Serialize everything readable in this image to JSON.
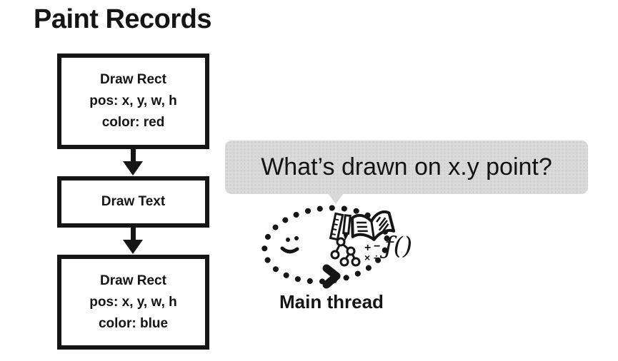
{
  "title": "Paint Records",
  "flowchart": {
    "boxes": [
      {
        "lines": [
          "Draw Rect",
          "pos: x, y, w, h",
          "color: red"
        ]
      },
      {
        "lines": [
          "Draw Text"
        ]
      },
      {
        "lines": [
          "Draw Rect",
          "pos: x, y, w, h",
          "color: blue"
        ]
      }
    ]
  },
  "speech_bubble": {
    "text": "What’s drawn on x.y point?",
    "background": "#d9d9d9"
  },
  "doodle": {
    "label": "Main thread",
    "icons": [
      "dotted-loop-icon",
      "smiley-face-icon",
      "chevron-arrow-icon",
      "ruler-icon",
      "pencil-icon",
      "open-book-icon",
      "tree-diagram-icon",
      "math-symbols-icon",
      "function-icon"
    ],
    "math": {
      "plus": "+",
      "minus": "−",
      "times": "×",
      "divide": "÷"
    },
    "function_text": "ƒ()"
  },
  "colors": {
    "ink": "#151515",
    "bubble_bg": "#d9d9d9",
    "background": "#ffffff"
  }
}
